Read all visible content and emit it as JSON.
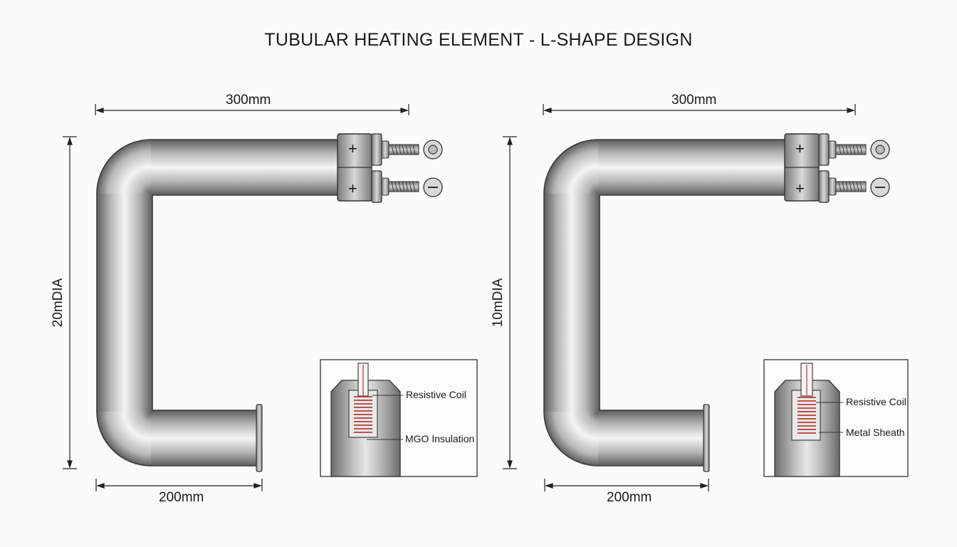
{
  "title": "TUBULAR HEATING ELEMENT - L-SHAPE DESIGN",
  "left": {
    "width_label": "300mm",
    "height_label": "20mDIA",
    "bottom_label": "200mm",
    "terminal_top_symbol": "+",
    "terminal_bottom_symbol": "+",
    "inset_labels": [
      "Resistive Coil",
      "MGO Insulation"
    ]
  },
  "right": {
    "width_label": "300mm",
    "height_label": "10mDIA",
    "bottom_label": "200mm",
    "terminal_top_symbol": "+",
    "terminal_bottom_symbol": "+",
    "inset_labels": [
      "Resistive Coil",
      "Metal Sheath"
    ]
  },
  "colors": {
    "steel_dark": "#5d5d5d",
    "steel_light": "#f4f4f4",
    "coil": "#b83a3a",
    "line": "#222222"
  }
}
